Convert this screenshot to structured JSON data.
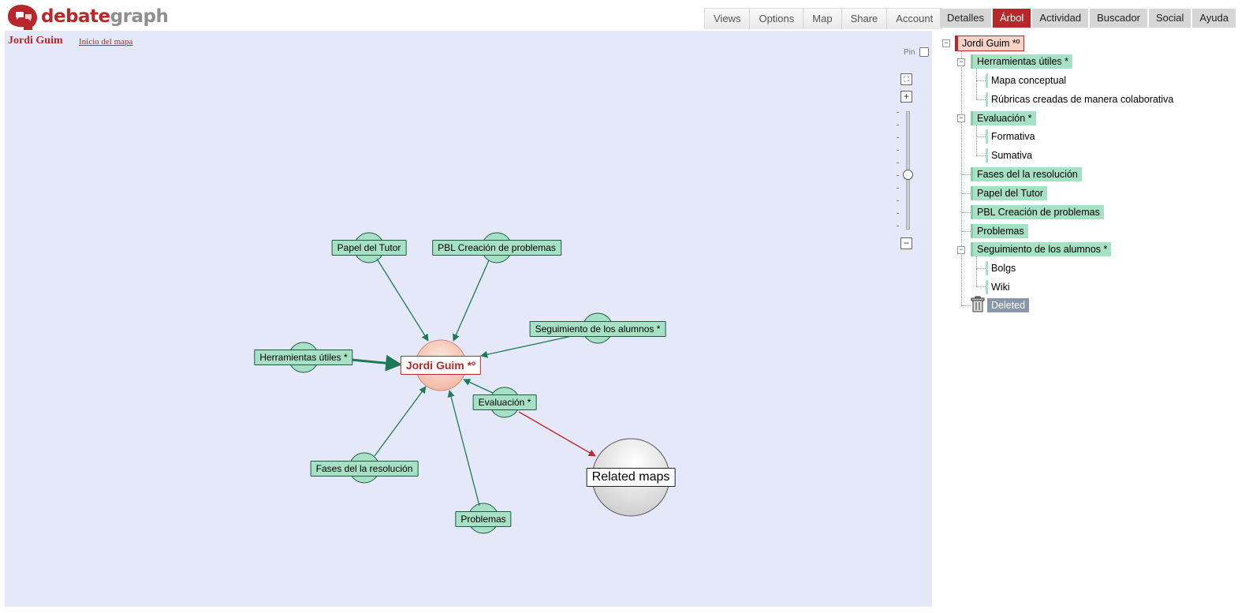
{
  "brand": {
    "part1": "debate",
    "part2": "graph"
  },
  "top_nav": [
    "Views",
    "Options",
    "Map",
    "Share",
    "Account"
  ],
  "map": {
    "title": "Jordi Guim",
    "home_link": "Inicio del mapa",
    "pin_label": "Pin",
    "center_node": "Jordi Guim  *º",
    "nodes": {
      "papel": "Papel del Tutor",
      "pbl": "PBL Creación de problemas",
      "seguimiento": "Seguimiento de los alumnos *",
      "herramientas": "Herramientas útiles *",
      "evaluacion": "Evaluación *",
      "fases": "Fases del la resolución",
      "problemas": "Problemas"
    },
    "related_maps": "Related maps"
  },
  "right_tabs": [
    "Detalles",
    "Árbol",
    "Actividad",
    "Buscador",
    "Social",
    "Ayuda"
  ],
  "active_tab": "Árbol",
  "tree": {
    "root": "Jordi Guim *º",
    "items": [
      "Herramientas útiles *",
      "Mapa conceptual",
      "Rúbricas creadas de manera colaborativa",
      "Evaluación *",
      "Formativa",
      "Sumativa",
      "Fases del la resolución",
      "Papel del Tutor",
      "PBL Creación de problemas",
      "Problemas",
      "Seguimiento de los alumnos *",
      "Bolgs",
      "Wiki",
      "Deleted"
    ]
  },
  "colors": {
    "brand_red": "#b8282a",
    "node_green": "#a6e0c5",
    "canvas_bg": "#e5e8f9",
    "arrow_green": "#1e7a55",
    "arrow_red": "#c0282a"
  },
  "icons": {
    "logo": "head-speech-icon",
    "expand": "fullscreen-icon",
    "zoom_in": "plus-icon",
    "zoom_out": "minus-icon",
    "trash": "trash-icon"
  }
}
